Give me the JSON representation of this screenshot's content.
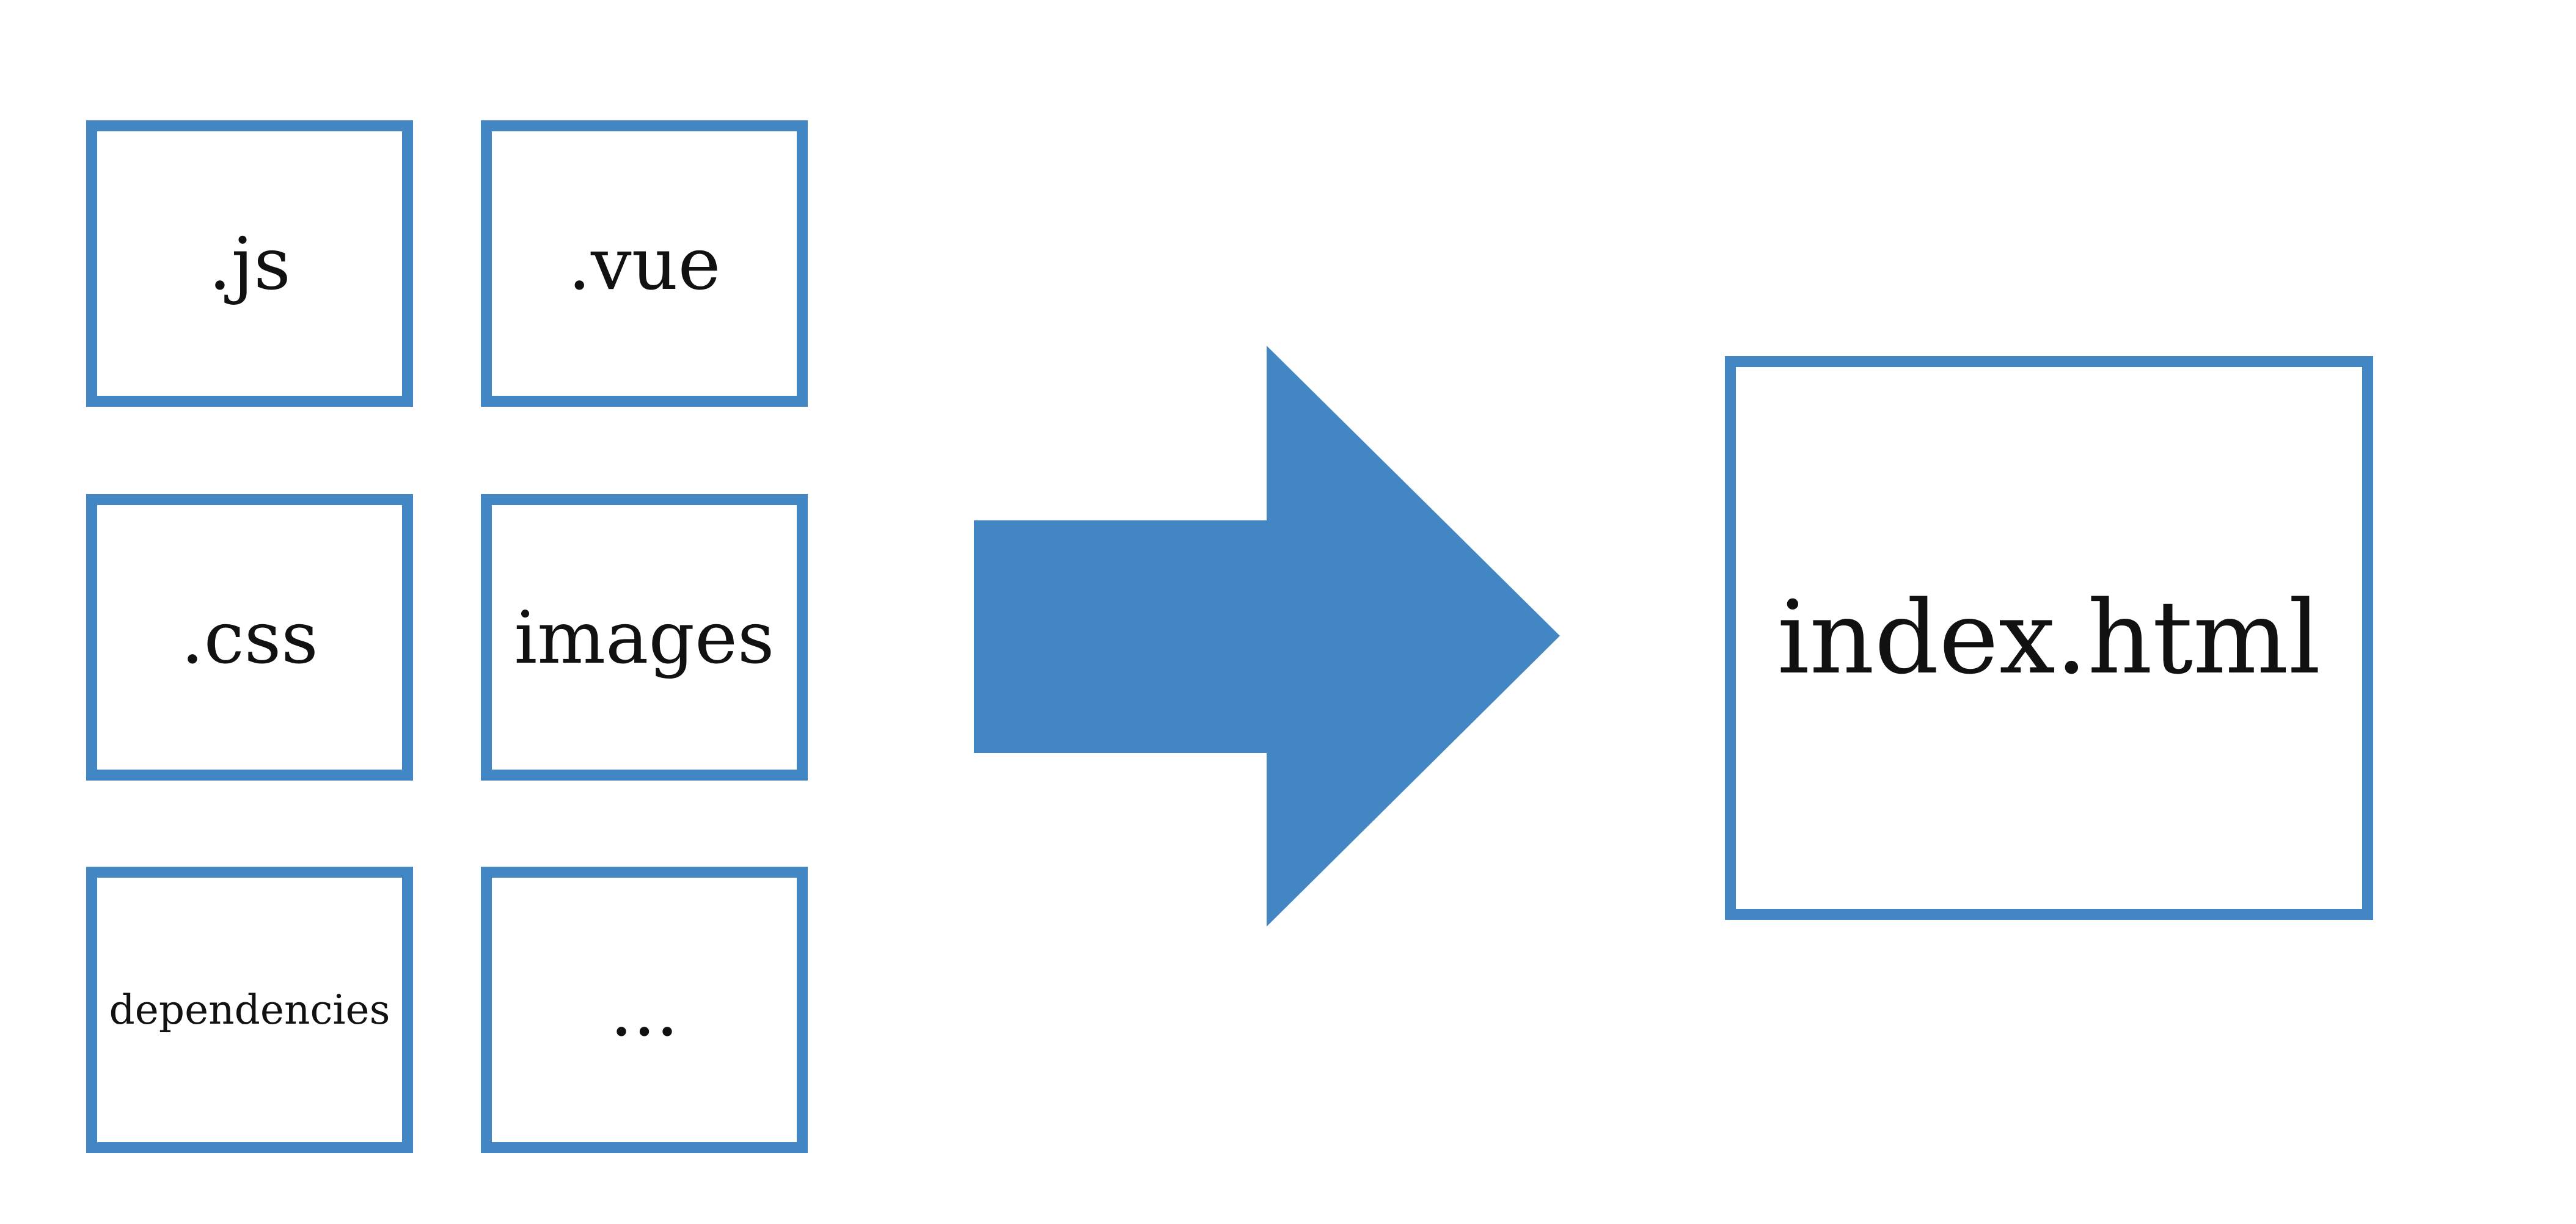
{
  "colors": {
    "accent": "#4286c3",
    "text": "#111111",
    "background": "#ffffff"
  },
  "inputs": [
    {
      "label": ".js"
    },
    {
      "label": ".vue"
    },
    {
      "label": ".css"
    },
    {
      "label": "images"
    },
    {
      "label": "dependencies"
    },
    {
      "label": "..."
    }
  ],
  "arrow": {
    "icon": "right-arrow-icon"
  },
  "output": {
    "label": "index.html"
  }
}
